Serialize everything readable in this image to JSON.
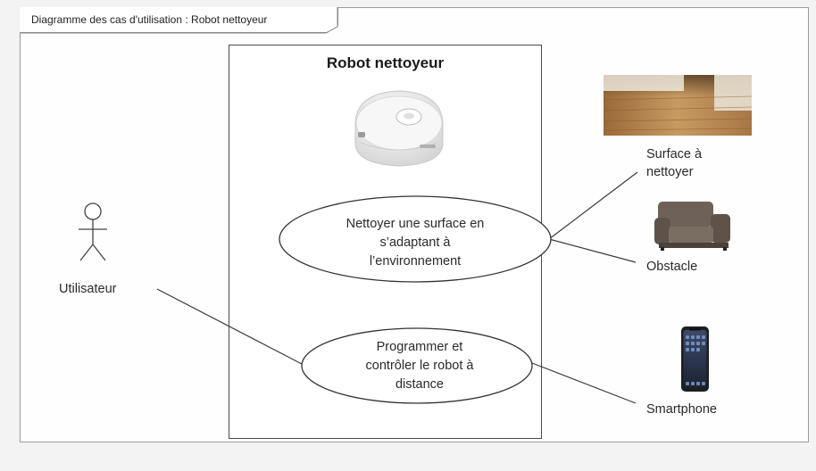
{
  "diagram": {
    "frame_title": "Diagramme des cas d'utilisation : Robot nettoyeur",
    "system_name": "Robot nettoyeur",
    "actors": {
      "user": "Utilisateur",
      "surface": [
        "Surface à",
        "nettoyer"
      ],
      "obstacle": "Obstacle",
      "smartphone": "Smartphone"
    },
    "use_cases": {
      "clean": [
        "Nettoyer une surface en",
        "s’adaptant à",
        "l’environnement"
      ],
      "program": [
        "Programmer et",
        "contrôler le robot à",
        "distance"
      ]
    }
  },
  "colors": {
    "background": "#f3f3f3",
    "frame_border": "#9a9a9a",
    "line": "#3a3a3a"
  },
  "icons": [
    "stick-figure-icon",
    "robot-vacuum-icon",
    "wood-floor-icon",
    "armchair-icon",
    "smartphone-icon"
  ]
}
